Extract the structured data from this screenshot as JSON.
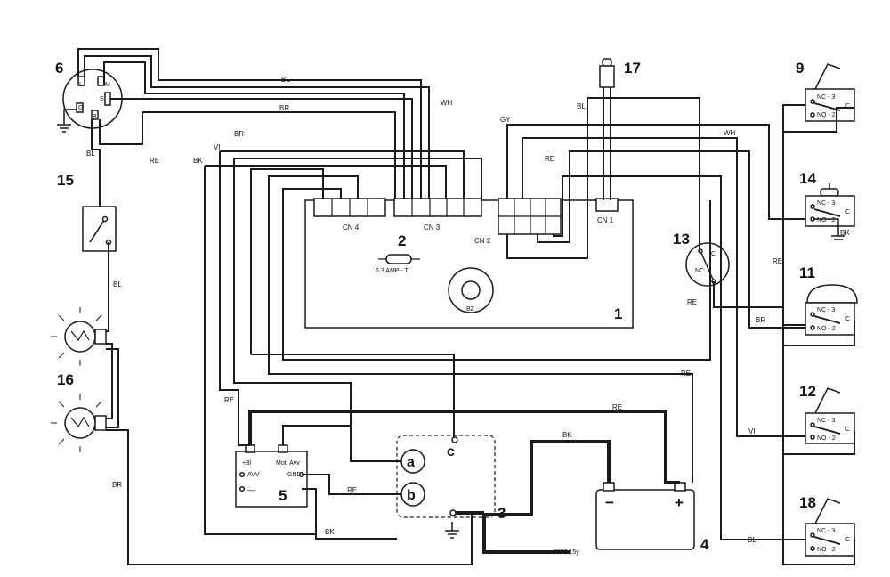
{
  "components": {
    "n1": "1",
    "n2": "2",
    "n3": "3",
    "n4": "4",
    "n5": "5",
    "n6": "6",
    "n9": "9",
    "n11": "11",
    "n12": "12",
    "n13": "13",
    "n14": "14",
    "n15": "15",
    "n16": "16",
    "n17": "17",
    "n18": "18"
  },
  "connectors": {
    "cn1": "CN 1",
    "cn2": "CN 2",
    "cn3": "CN 3",
    "cn4": "CN 4"
  },
  "fuse": "6.3 AMP - T",
  "buzzer": "BZ",
  "ignition_pins": {
    "l": "L",
    "m": "M",
    "s": "S",
    "g": "G",
    "b": "B"
  },
  "microswitch": {
    "nc": "NC - 3",
    "no": "NO - 2",
    "c": "C"
  },
  "switch13": {
    "c": "C",
    "nc": "NC"
  },
  "module5": {
    "bi": "+Bl",
    "avv": "AVV",
    "mot": "Mot. Avv",
    "gnd": "GND",
    "minus": "—"
  },
  "motor": {
    "a": "a",
    "b": "b",
    "c": "c"
  },
  "battery": {
    "minus": "−",
    "plus": "+"
  },
  "wires": {
    "bl": "BL",
    "br": "BR",
    "wh": "WH",
    "gy": "GY",
    "re": "RE",
    "bk": "BK",
    "vi": "VI"
  },
  "drawing_code": "9592.15y"
}
